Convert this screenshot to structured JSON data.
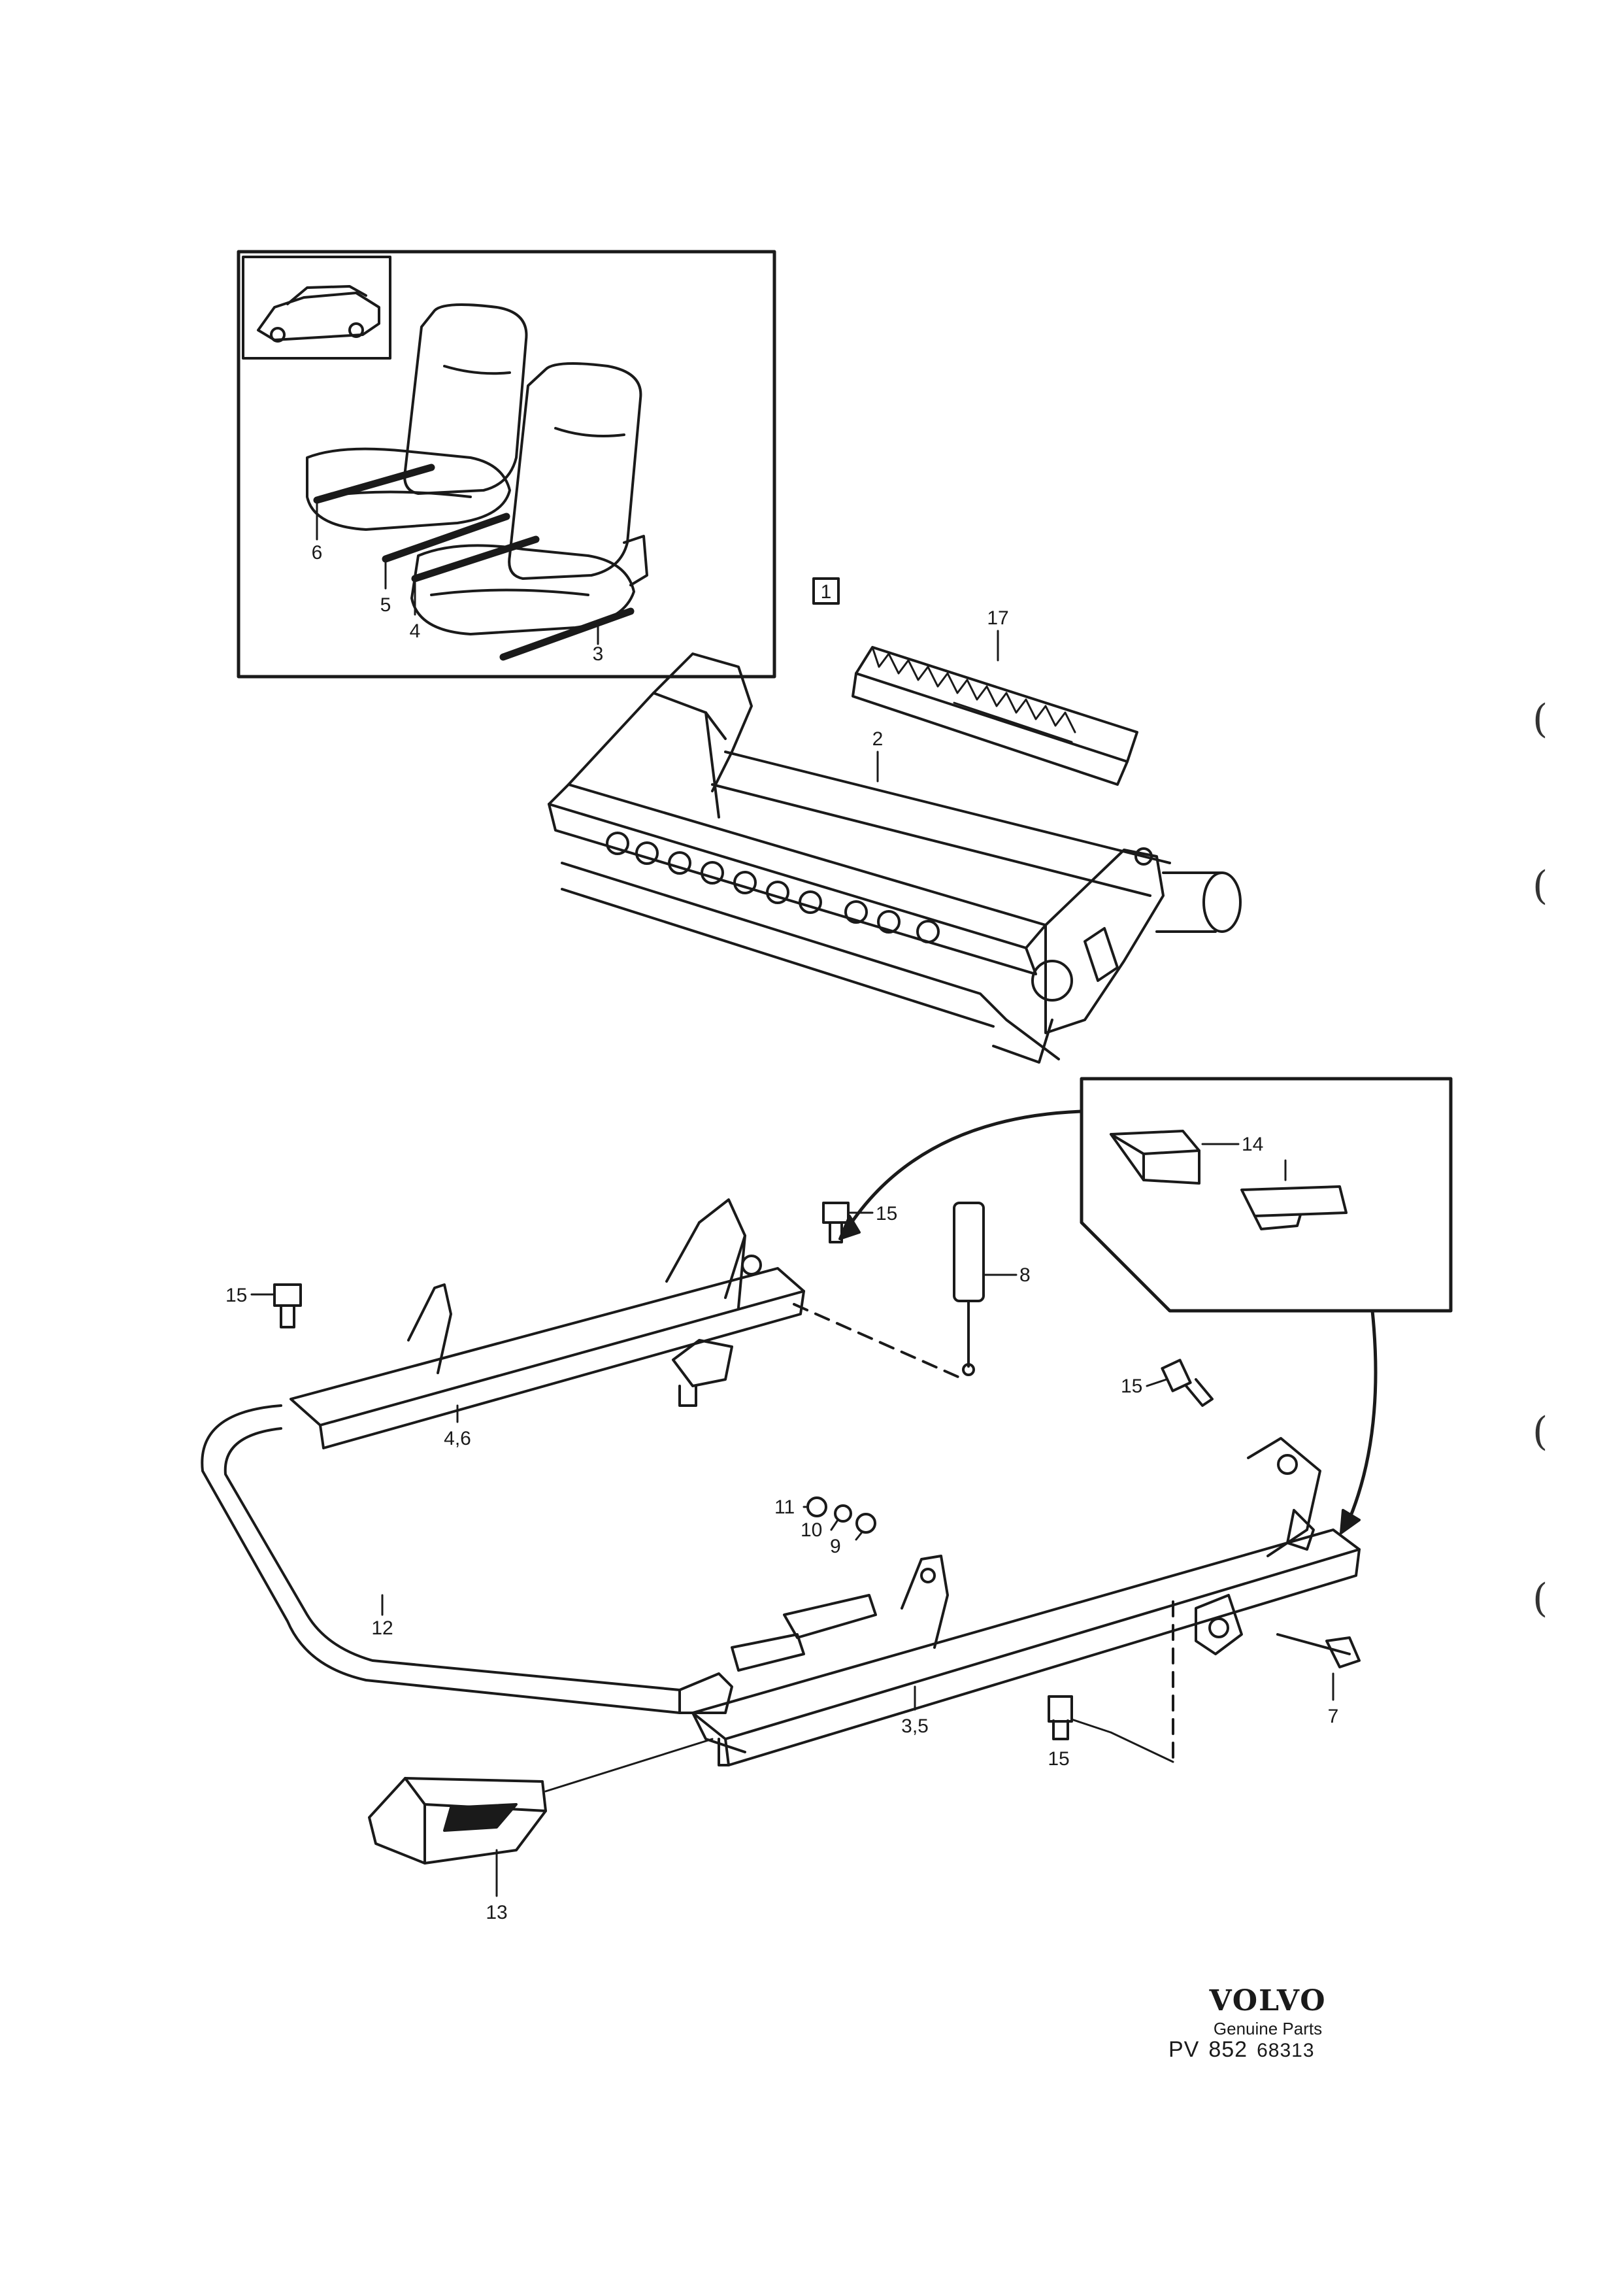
{
  "inset_ref": "1",
  "callouts": {
    "c17": "17",
    "c2": "2",
    "c6": "6",
    "c5": "5",
    "c4": "4",
    "c3": "3",
    "c14": "14",
    "c15a": "15",
    "c15b": "15",
    "c15c": "15",
    "c15d": "15",
    "c8": "8",
    "c46": "4,6",
    "c11": "11",
    "c10": "10",
    "c9": "9",
    "c12": "12",
    "c35": "3,5",
    "c7": "7",
    "c13": "13"
  },
  "brand": {
    "logo": "VOLVO",
    "sub": "Genuine Parts",
    "pv": "PV",
    "n1": "852",
    "n2": "68313"
  },
  "margin_marks": [
    "(",
    "(",
    "(",
    "("
  ],
  "icons": [
    "car-thumbnail-icon",
    "seat-illustration",
    "seat-frame-drawing",
    "seat-rail-drawing"
  ],
  "colors": {
    "ink": "#1a1a1a",
    "paper": "#ffffff"
  }
}
